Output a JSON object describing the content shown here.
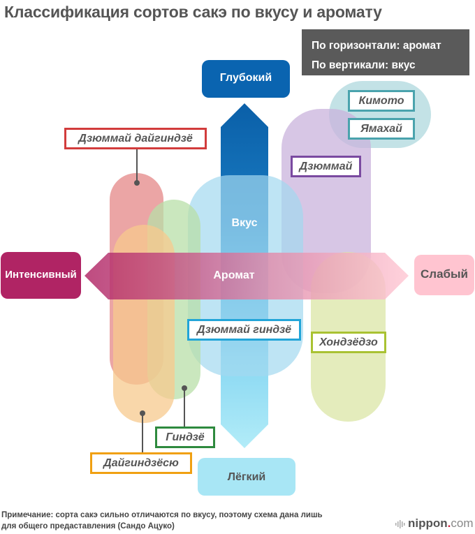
{
  "title": "Классификация сортов сакэ по вкусу и аромату",
  "legend": {
    "horizontal": "По горизонтали: аромат",
    "vertical": "По вертикали: вкус"
  },
  "axes": {
    "vertical": {
      "label": "Вкус",
      "top_label": "Глубокий",
      "bottom_label": "Лёгкий"
    },
    "horizontal": {
      "label": "Аромат",
      "left_label": "Интенсивный",
      "right_label": "Слабый"
    }
  },
  "categories": [
    {
      "id": "kimoto",
      "label": "Кимото",
      "color": "#4aa3ad",
      "fill": "#a9d5dc"
    },
    {
      "id": "yamahai",
      "label": "Ямахай",
      "color": "#4aa3ad",
      "fill": "#a9d5dc"
    },
    {
      "id": "junmai",
      "label": "Дзюммай",
      "color": "#7a4aa0",
      "fill": "#c9b3dc"
    },
    {
      "id": "junmai-daiginjo",
      "label": "Дзюммай дайгиндзё",
      "color": "#d23c3c",
      "fill": "#e68e8e"
    },
    {
      "id": "junmai-ginjo",
      "label": "Дзюммай гиндзё",
      "color": "#22a5d8",
      "fill": "#a3d8f0"
    },
    {
      "id": "honjozo",
      "label": "Хондзёдзо",
      "color": "#a9c232",
      "fill": "#dbe6a6"
    },
    {
      "id": "ginjo",
      "label": "Гиндзё",
      "color": "#2e8a3e",
      "fill": "#b8dfa8"
    },
    {
      "id": "daiginjo",
      "label": "Дайгиндзёсю",
      "color": "#f0a012",
      "fill": "#f7c98e"
    }
  ],
  "colors": {
    "deep": "#0a64b0",
    "light": "#a8e6f5",
    "intense": "#b02464",
    "weak": "#ffc4d0"
  },
  "footer": {
    "note_line1": "Примечание: сорта сакэ сильно отличаются по вкусу, поэтому схема дана лишь",
    "note_line2": "для общего предаставления (Сандо Ацуко)",
    "logo_main": "nippon",
    "logo_dot": ".",
    "logo_tld": "com"
  }
}
